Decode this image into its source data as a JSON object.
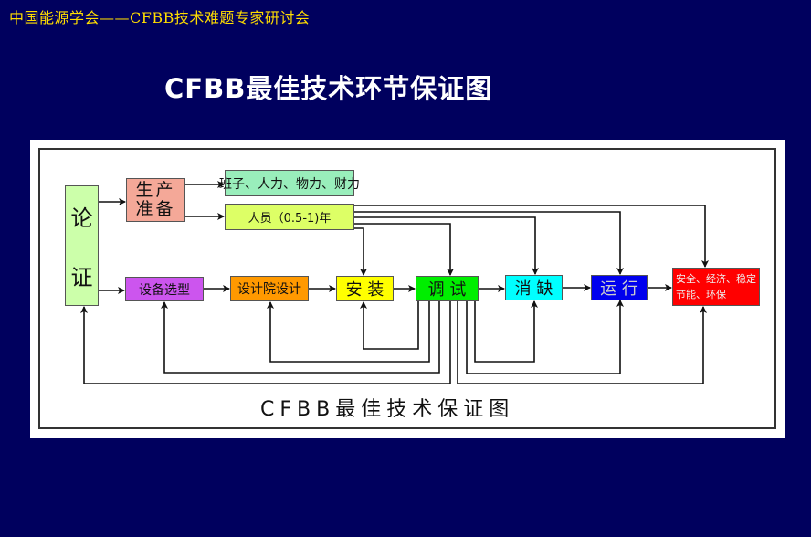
{
  "header": {
    "text": "中国能源学会——CFBB技术难题专家研讨会"
  },
  "slide_title": "CFBB最佳技术环节保证图",
  "diagram": {
    "nodes": {
      "lunzheng": {
        "line1": "论",
        "line2": "证",
        "color": "#ccffaa"
      },
      "shengchan": {
        "line1": "生产",
        "line2": "准备",
        "color": "#f4a898"
      },
      "banzi": {
        "label": "班子、人力、物力、财力",
        "color": "#99eebb"
      },
      "renyuan": {
        "label": "人员（0.5-1)年",
        "color": "#ddff66"
      },
      "shebei": {
        "label": "设备选型",
        "color": "#cc55ee"
      },
      "sheji": {
        "label": "设计院设计",
        "color": "#ff9900"
      },
      "anzhuang": {
        "label": "安 装",
        "color": "#ffff00"
      },
      "tiaoshi": {
        "label": "调 试",
        "color": "#00ee00"
      },
      "xiaoque": {
        "label": "消 缺",
        "color": "#00ffff"
      },
      "yunxing": {
        "label": "运 行",
        "color": "#0000ee"
      },
      "mubiao": {
        "line1": "安全、经济、稳定",
        "line2": "节能、环保",
        "color": "#ff0000"
      }
    },
    "caption": "CFBB最佳技术保证图"
  }
}
